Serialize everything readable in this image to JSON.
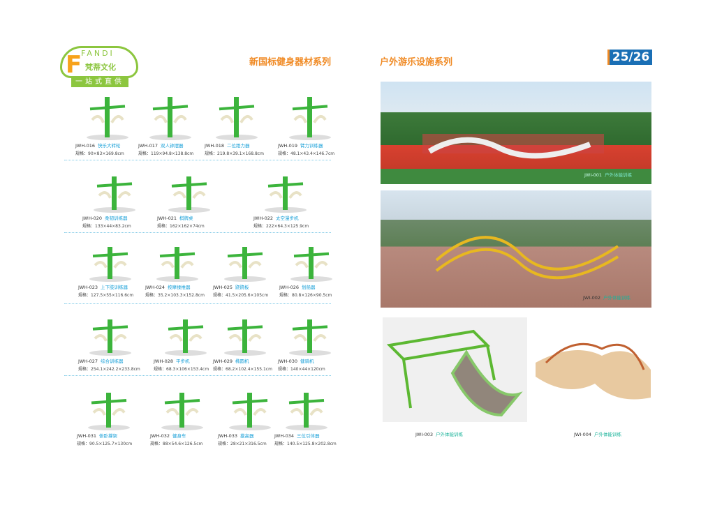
{
  "logo": {
    "brand": "FANDI",
    "name_cn": "梵蒂文化",
    "slogan": "一站式直供"
  },
  "headers": {
    "left": "新国标健身器材系列",
    "right": "户外游乐设施系列",
    "page": "25/26"
  },
  "spec_prefix": "规格：",
  "equipment": [
    {
      "code": "JWH-016",
      "name": "快乐大转轮",
      "spec": "90×83×169.8cm"
    },
    {
      "code": "JWH-017",
      "name": "双人钟摆器",
      "spec": "119×94.8×138.8cm"
    },
    {
      "code": "JWH-018",
      "name": "二位蹬力器",
      "spec": "219.8×39.1×168.8cm"
    },
    {
      "code": "JWH-019",
      "name": "臂力训练器",
      "spec": "48.1×43.4×146.7cm"
    },
    {
      "code": "JWH-020",
      "name": "柔韧训练器",
      "spec": "133×44×83.2cm"
    },
    {
      "code": "JWH-021",
      "name": "棋牌桌",
      "spec": "162×162×74cm"
    },
    {
      "code": "JWH-022",
      "name": "太空漫步机",
      "spec": "222×64.3×125.9cm"
    },
    {
      "code": "JWH-023",
      "name": "上下肢训练器",
      "spec": "127.5×55×116.6cm"
    },
    {
      "code": "JWH-024",
      "name": "按摩揉推器",
      "spec": "35.2×103.3×152.8cm"
    },
    {
      "code": "JWH-025",
      "name": "跷跷板",
      "spec": "41.5×205.6×105cm"
    },
    {
      "code": "JWH-026",
      "name": "划船器",
      "spec": "80.8×126×90.5cm"
    },
    {
      "code": "JWH-027",
      "name": "综合训练器",
      "spec": "254.1×242.2×233.8cm"
    },
    {
      "code": "JWH-028",
      "name": "平步机",
      "spec": "68.3×106×153.4cm"
    },
    {
      "code": "JWH-029",
      "name": "椭圆机",
      "spec": "68.2×102.4×155.1cm"
    },
    {
      "code": "JWH-030",
      "name": "健骑机",
      "spec": "140×44×120cm"
    },
    {
      "code": "JWH-031",
      "name": "俯卧撑架",
      "spec": "90.5×125.7×130cm"
    },
    {
      "code": "JWH-032",
      "name": "健身车",
      "spec": "88×54.6×126.5cm"
    },
    {
      "code": "JWH-033",
      "name": "摸高器",
      "spec": "28×21×316.5cm"
    },
    {
      "code": "JWH-034",
      "name": "三位引体器",
      "spec": "140.5×125.8×202.8cm"
    }
  ],
  "photos": [
    {
      "code": "JWI-001",
      "name": "户外体能训练"
    },
    {
      "code": "JWI-002",
      "name": "户外体能训练"
    },
    {
      "code": "JWI-003",
      "name": "户外体能训练"
    },
    {
      "code": "JWI-004",
      "name": "户外体能训练"
    }
  ],
  "colors": {
    "green": "#3cb43c",
    "orange": "#f08a24",
    "blue": "#1a6fb5",
    "cyan": "#19a0d8"
  }
}
